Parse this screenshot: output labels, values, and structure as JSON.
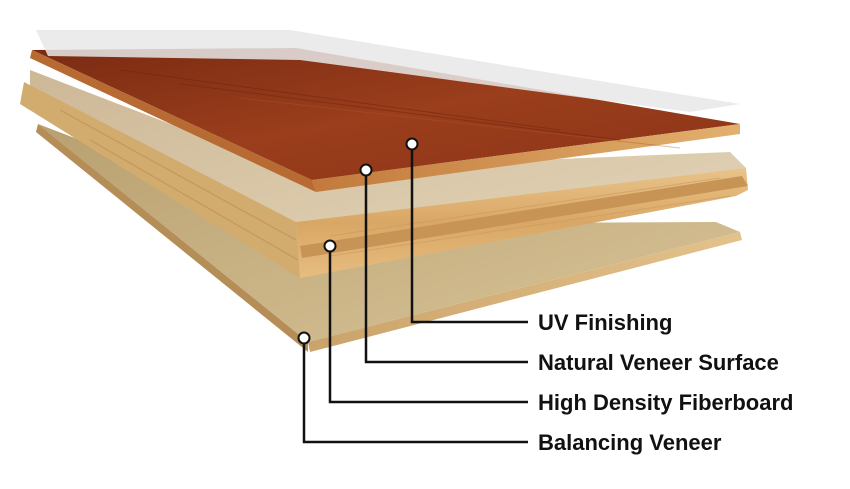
{
  "diagram": {
    "layers": [
      {
        "label": "UV Finishing"
      },
      {
        "label": "Natural Veneer Surface"
      },
      {
        "label": "High Density Fiberboard"
      },
      {
        "label": "Balancing Veneer"
      }
    ]
  },
  "colors": {
    "uv_coat": "#e6e6e6",
    "veneer_top": "#8a3317",
    "veneer_mid": "#a14420",
    "veneer_edge": "#b9692f",
    "hdf_top": "#d7c5a7",
    "hdf_edge": "#e0b87d",
    "hdf_edge_dark": "#c89455",
    "balancing_top": "#c9b48a",
    "balancing_edge": "#d8b57f",
    "leader": "#111111",
    "text": "#111111"
  }
}
